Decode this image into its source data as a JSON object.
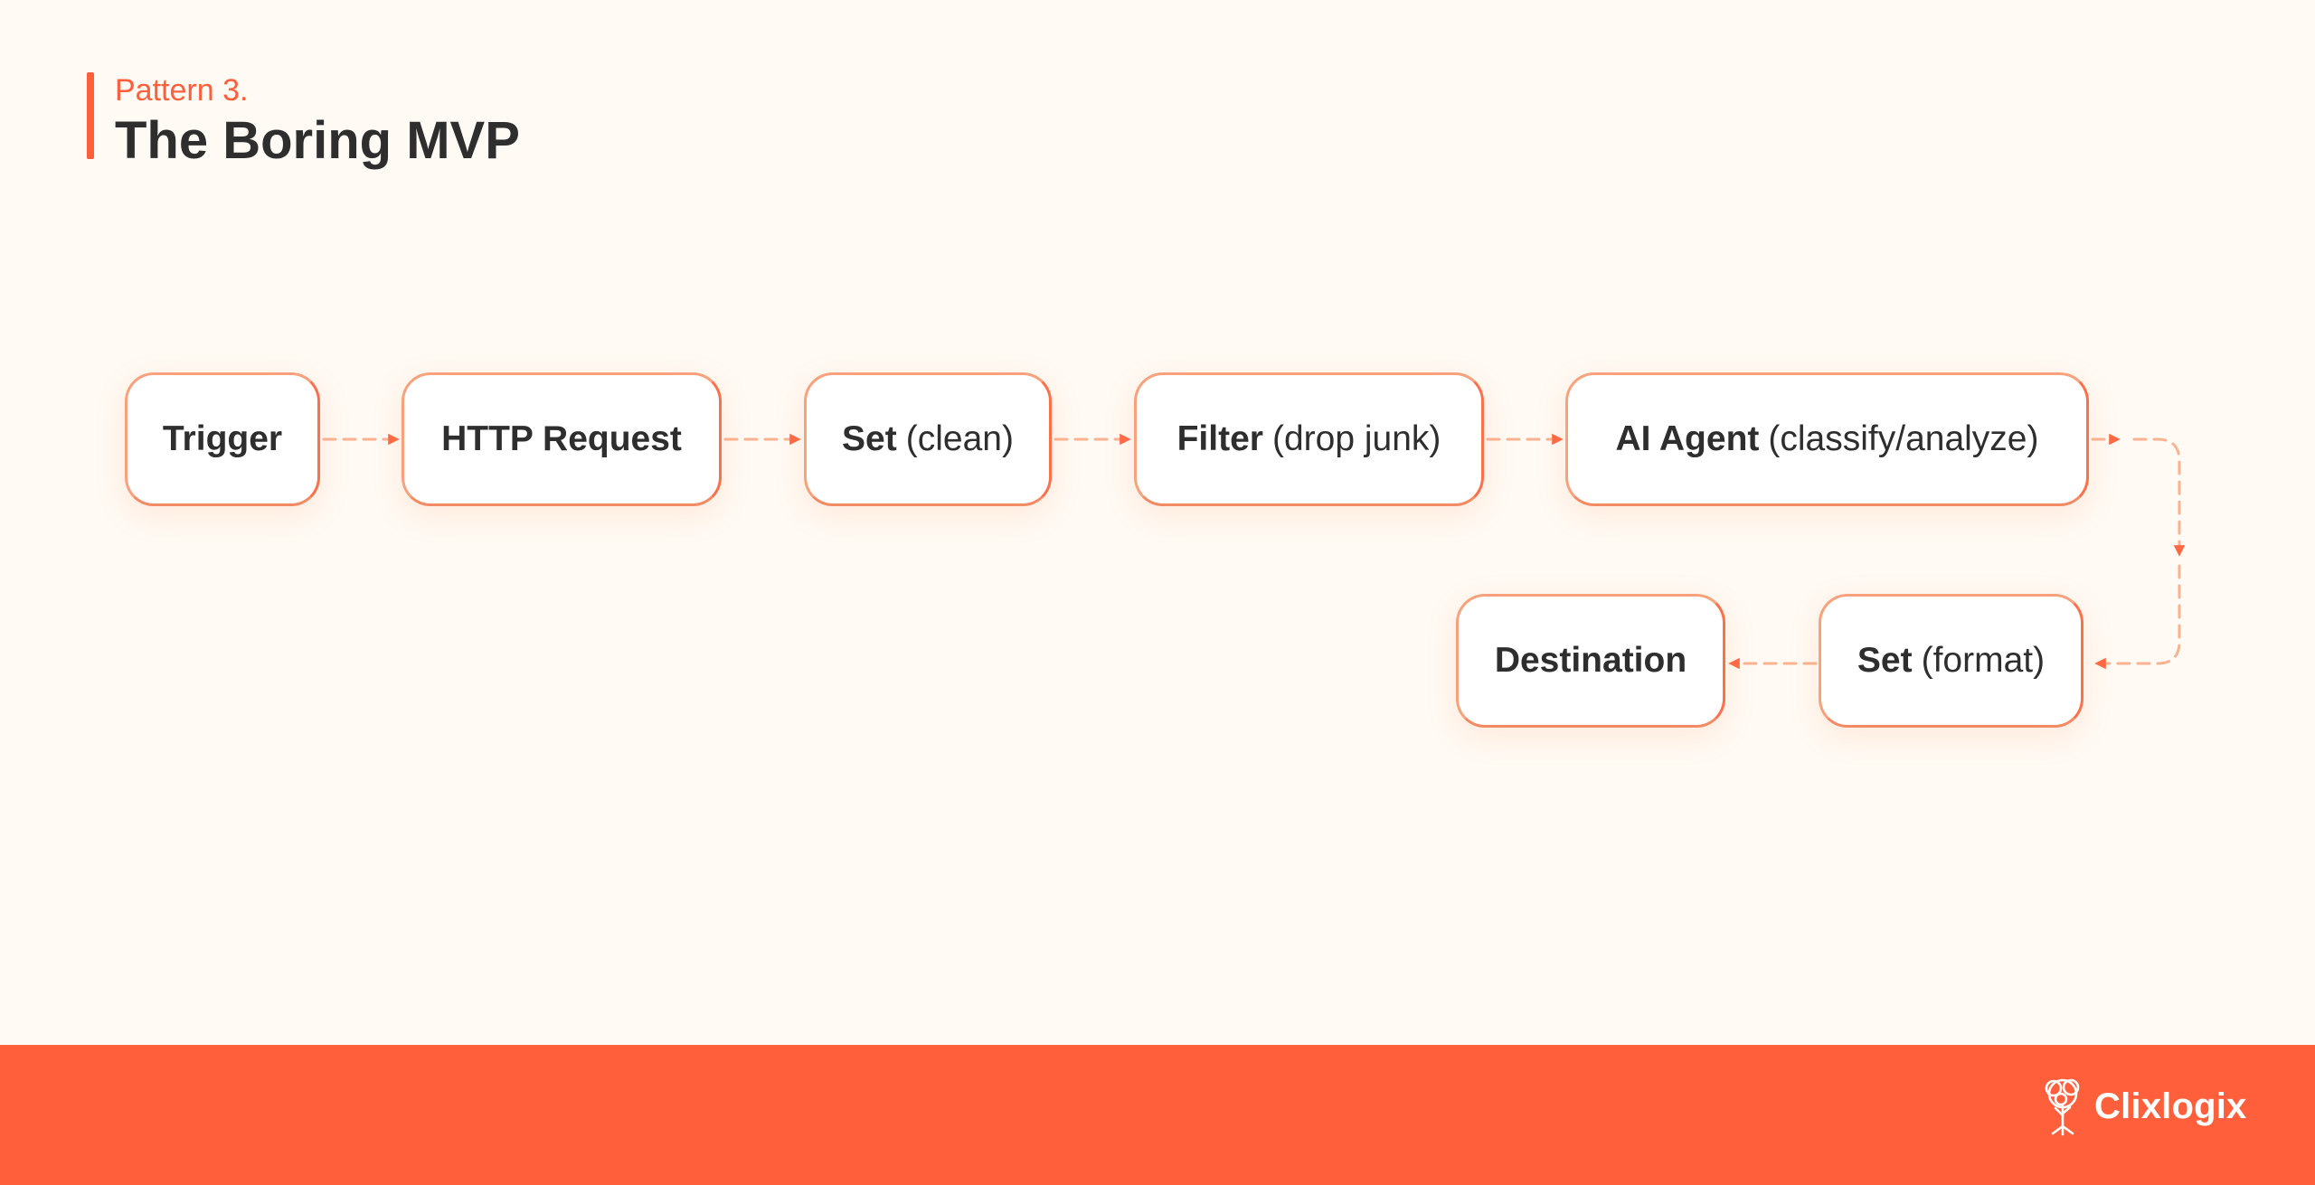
{
  "header": {
    "eyebrow": "Pattern 3.",
    "title": "The Boring MVP"
  },
  "nodes": [
    {
      "id": "trigger",
      "bold": "Trigger",
      "rest": ""
    },
    {
      "id": "http-request",
      "bold": "HTTP Request",
      "rest": ""
    },
    {
      "id": "set-clean",
      "bold": "Set",
      "rest": "(clean)"
    },
    {
      "id": "filter",
      "bold": "Filter",
      "rest": "(drop junk)"
    },
    {
      "id": "ai-agent",
      "bold": "AI Agent",
      "rest": "(classify/analyze)"
    },
    {
      "id": "set-format",
      "bold": "Set",
      "rest": "(format)"
    },
    {
      "id": "destination",
      "bold": "Destination",
      "rest": ""
    }
  ],
  "edges": [
    {
      "from": "trigger",
      "to": "http-request"
    },
    {
      "from": "http-request",
      "to": "set-clean"
    },
    {
      "from": "set-clean",
      "to": "filter"
    },
    {
      "from": "filter",
      "to": "ai-agent"
    },
    {
      "from": "ai-agent",
      "to": "set-format"
    },
    {
      "from": "set-format",
      "to": "destination"
    }
  ],
  "footer": {
    "brand": "Clixlogix"
  },
  "colors": {
    "accent": "#ff5f3b",
    "background": "#fffaf4",
    "text": "#2e2e2e",
    "node_border": "#f7a27d",
    "connector": "#f9b391"
  },
  "icons": {
    "logo": "tree-icon"
  }
}
